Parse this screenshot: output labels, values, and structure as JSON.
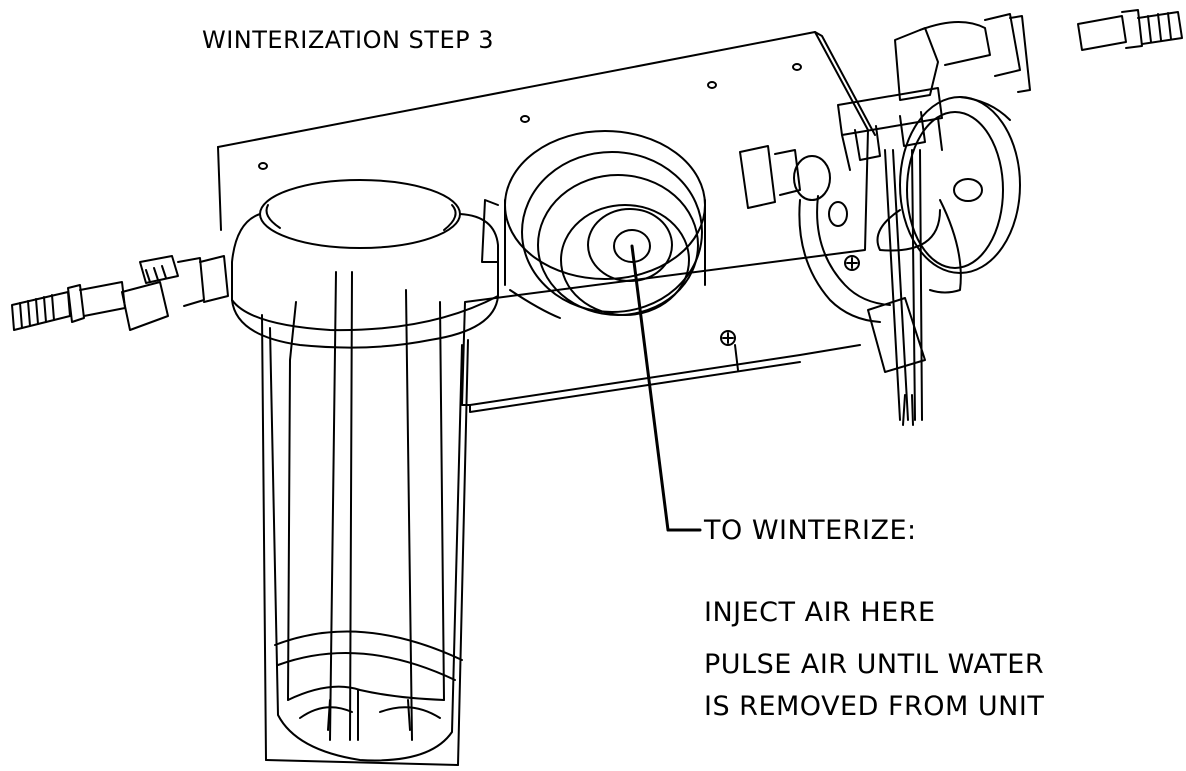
{
  "title": "WINTERIZATION STEP 3",
  "callout": {
    "heading": "TO WINTERIZE:",
    "line1": "INJECT AIR HERE",
    "line2": "PULSE AIR UNTIL WATER",
    "line3": "IS REMOVED FROM UNIT"
  },
  "colors": {
    "line": "#000000",
    "background": "#ffffff"
  },
  "icons": [
    "filter-housing",
    "filter-head",
    "mounting-bracket",
    "hose-barb-fitting",
    "hose-clamp",
    "elbow-fitting",
    "wire-connector"
  ]
}
